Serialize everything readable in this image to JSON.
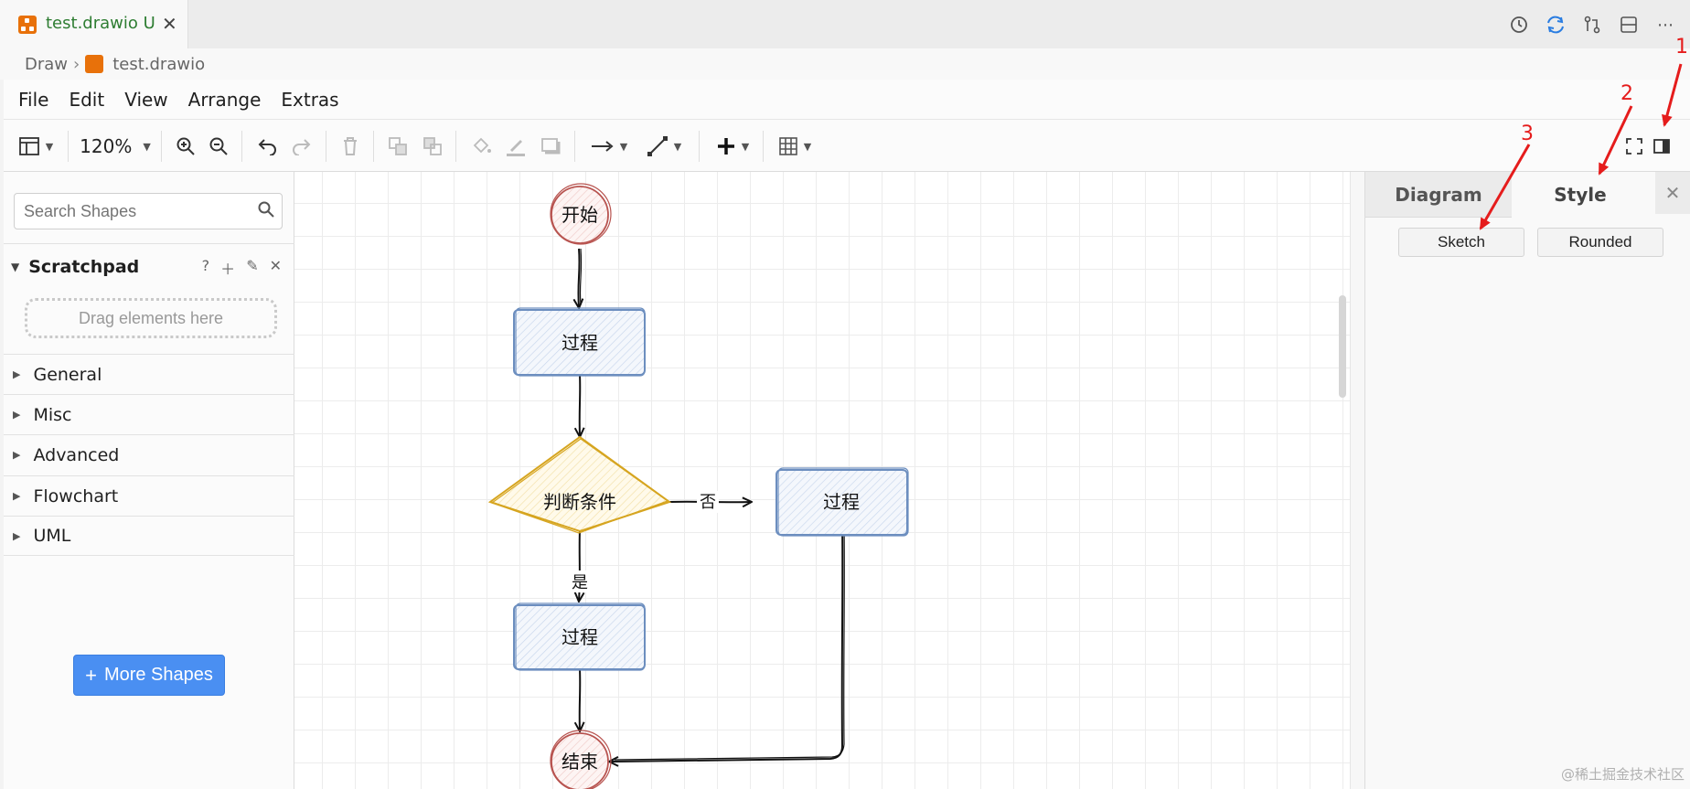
{
  "tab": {
    "label": "test.drawio U"
  },
  "breadcrumb": {
    "root": "Draw",
    "file": "test.drawio"
  },
  "menu": [
    "File",
    "Edit",
    "View",
    "Arrange",
    "Extras"
  ],
  "toolbar": {
    "zoom": "120%"
  },
  "sidebar": {
    "search_placeholder": "Search Shapes",
    "scratchpad": {
      "title": "Scratchpad",
      "help": "?",
      "drop_hint": "Drag elements here"
    },
    "categories": [
      "General",
      "Misc",
      "Advanced",
      "Flowchart",
      "UML"
    ],
    "more_shapes": "More Shapes"
  },
  "panel": {
    "tabs": [
      "Diagram",
      "Style"
    ],
    "buttons": [
      "Sketch",
      "Rounded"
    ]
  },
  "diagram": {
    "start": "开始",
    "process1": "过程",
    "decision": "判断条件",
    "no_label": "否",
    "process_right": "过程",
    "yes_label": "是",
    "process2": "过程",
    "end": "结束"
  },
  "annotations": {
    "a1": "1",
    "a2": "2",
    "a3": "3"
  },
  "watermark": "@稀土掘金技术社区",
  "colors": {
    "accent": "#4a8ff2",
    "annotation": "#e51c1c",
    "terminal": "#b85450",
    "process": "#6c8ebf",
    "decision": "#d6a520"
  }
}
